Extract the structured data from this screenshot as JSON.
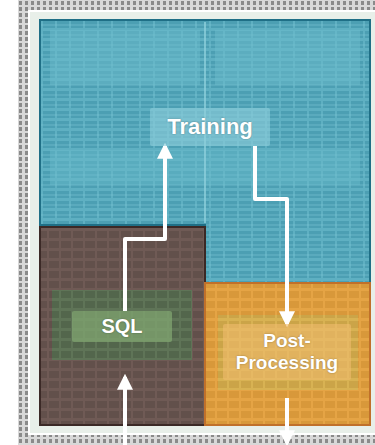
{
  "diagram": {
    "nodes": [
      {
        "text": [
          "Training"
        ]
      },
      {
        "text": [
          "SQL"
        ]
      },
      {
        "text": [
          "Post-Processing"
        ]
      }
    ],
    "edges": [
      {
        "from": 1,
        "to": 0,
        "arrow": "to"
      },
      {
        "from": 0,
        "to": 2,
        "arrow": "to"
      }
    ]
  }
}
